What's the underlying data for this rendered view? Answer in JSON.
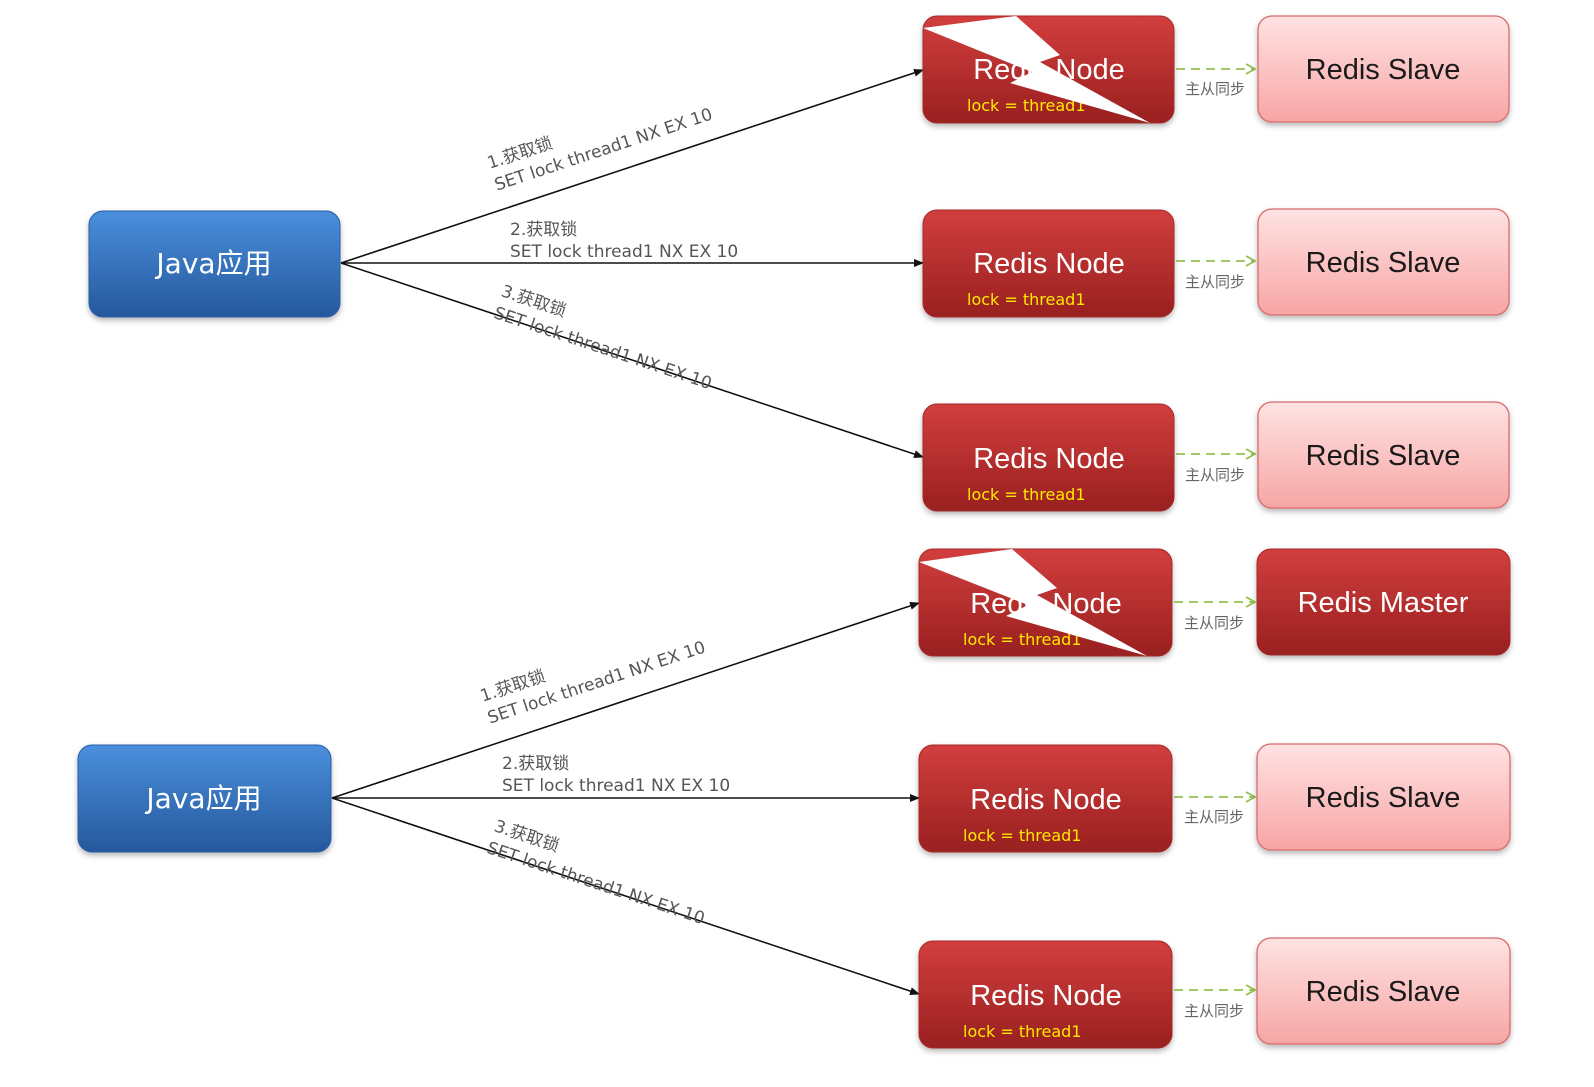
{
  "diagram1": {
    "app": "Java应用",
    "arrows": [
      {
        "line1": "1.获取锁",
        "line2": "SET lock thread1 NX EX 10"
      },
      {
        "line1": "2.获取锁",
        "line2": "SET lock thread1 NX EX 10"
      },
      {
        "line1": "3.获取锁",
        "line2": "SET lock thread1 NX EX 10"
      }
    ],
    "nodes": [
      {
        "title": "Redis Node",
        "lock": "lock = thread1",
        "failed": true
      },
      {
        "title": "Redis Node",
        "lock": "lock = thread1",
        "failed": false
      },
      {
        "title": "Redis Node",
        "lock": "lock = thread1",
        "failed": false
      }
    ],
    "sync": [
      "主从同步",
      "主从同步",
      "主从同步"
    ],
    "replicas": [
      {
        "title": "Redis Slave",
        "role": "slave"
      },
      {
        "title": "Redis Slave",
        "role": "slave"
      },
      {
        "title": "Redis Slave",
        "role": "slave"
      }
    ]
  },
  "diagram2": {
    "app": "Java应用",
    "arrows": [
      {
        "line1": "1.获取锁",
        "line2": "SET lock thread1 NX EX 10"
      },
      {
        "line1": "2.获取锁",
        "line2": "SET lock thread1 NX EX 10"
      },
      {
        "line1": "3.获取锁",
        "line2": "SET lock thread1 NX EX 10"
      }
    ],
    "nodes": [
      {
        "title": "Redis Node",
        "lock": "lock = thread1",
        "failed": true
      },
      {
        "title": "Redis Node",
        "lock": "lock = thread1",
        "failed": false
      },
      {
        "title": "Redis Node",
        "lock": "lock = thread1",
        "failed": false
      }
    ],
    "sync": [
      "主从同步",
      "主从同步",
      "主从同步"
    ],
    "replicas": [
      {
        "title": "Redis Master",
        "role": "master"
      },
      {
        "title": "Redis Slave",
        "role": "slave"
      },
      {
        "title": "Redis Slave",
        "role": "slave"
      }
    ]
  },
  "colors": {
    "app_fill": "#2f6fbd",
    "node_fill": "#b52b2b",
    "slave_fill": "#fbc4c4",
    "slave_border": "#d86a6a",
    "sync_arrow": "#92c050",
    "arrow": "#111111",
    "lock_text": "#ffea00"
  }
}
